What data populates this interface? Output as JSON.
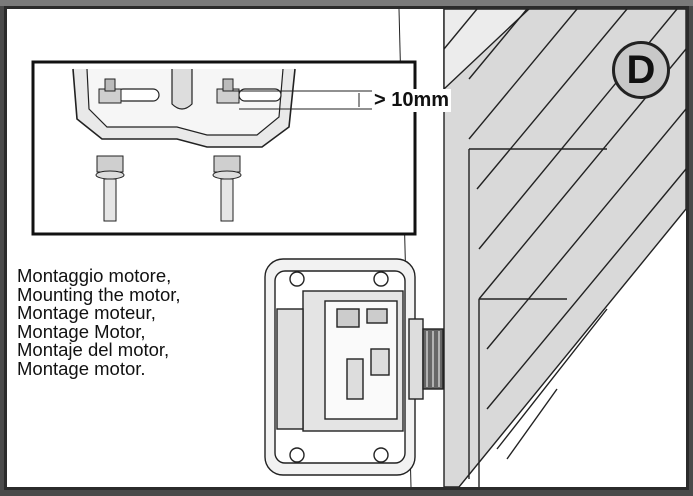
{
  "step_badge": "D",
  "measurement_label": "> 10mm",
  "caption_lines": [
    "Montaggio motore,",
    "Mounting the motor,",
    "Montage moteur,",
    "Montage Motor,",
    "Montaje del motor,",
    "Montage motor."
  ],
  "colors": {
    "frame_border": "#2b2b2b",
    "background": "#4a4a4a",
    "badge_fill": "#c8c8c8"
  }
}
